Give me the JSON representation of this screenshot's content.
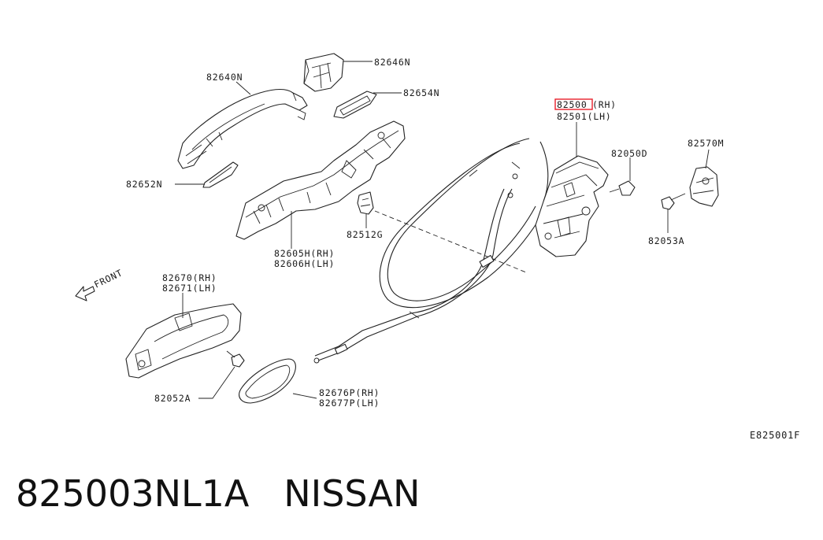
{
  "labels": {
    "p82646N": "82646N",
    "p82640N": "82640N",
    "p82654N": "82654N",
    "p82652N": "82652N",
    "p82500_code": "82500",
    "p82500_suffix": "(RH)",
    "p82501": "82501(LH)",
    "p82050D": "82050D",
    "p82570M": "82570M",
    "p82053A": "82053A",
    "p82512G": "82512G",
    "p82605H": "82605H(RH)",
    "p82606H": "82606H(LH)",
    "p82670": "82670(RH)",
    "p82671": "82671(LH)",
    "p82052A": "82052A",
    "p82676P": "82676P(RH)",
    "p82677P": "82677P(LH)",
    "front": "FRONT",
    "ref_code": "E825001F"
  },
  "footer": {
    "part_number": "825003NL1A",
    "brand": "NISSAN"
  },
  "colors": {
    "highlight": "#e8202a",
    "line": "#222222",
    "background": "#ffffff"
  }
}
